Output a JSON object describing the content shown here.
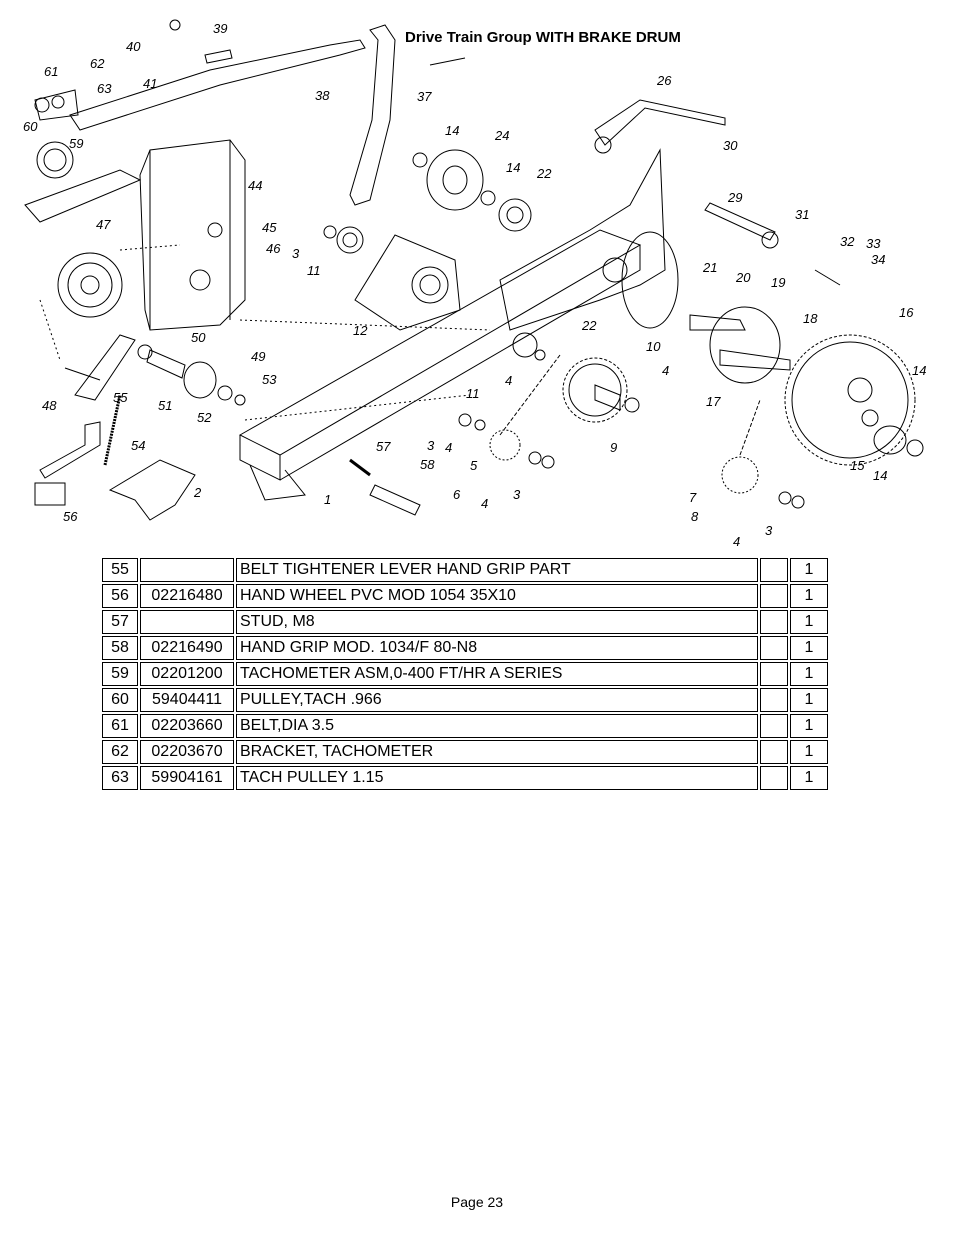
{
  "title": "Drive Train Group WITH BRAKE DRUM",
  "diagram": {
    "callouts": [
      "40",
      "39",
      "41",
      "38",
      "37",
      "61",
      "62",
      "63",
      "60",
      "59",
      "44",
      "47",
      "45",
      "46",
      "3",
      "11",
      "14",
      "24",
      "14",
      "22",
      "26",
      "30",
      "29",
      "31",
      "32",
      "33",
      "34",
      "21",
      "20",
      "19",
      "18",
      "16",
      "12",
      "22",
      "10",
      "4",
      "11",
      "4",
      "49",
      "50",
      "51",
      "53",
      "52",
      "48",
      "55",
      "54",
      "56",
      "2",
      "57",
      "58",
      "1",
      "3",
      "4",
      "5",
      "6",
      "4",
      "3",
      "9",
      "7",
      "8",
      "4",
      "3",
      "17",
      "15",
      "14",
      "14"
    ]
  },
  "parts_table": {
    "rows": [
      {
        "num": "55",
        "part": "",
        "desc": "BELT TIGHTENER LEVER HAND GRIP PART",
        "extra": "",
        "qty": "1"
      },
      {
        "num": "56",
        "part": "02216480",
        "desc": "HAND WHEEL PVC MOD 1054 35X10",
        "extra": "",
        "qty": "1"
      },
      {
        "num": "57",
        "part": "",
        "desc": "STUD, M8",
        "extra": "",
        "qty": "1"
      },
      {
        "num": "58",
        "part": "02216490",
        "desc": "HAND GRIP MOD. 1034/F 80-N8",
        "extra": "",
        "qty": "1"
      },
      {
        "num": "59",
        "part": "02201200",
        "desc": "TACHOMETER ASM,0-400 FT/HR A SERIES",
        "extra": "",
        "qty": "1"
      },
      {
        "num": "60",
        "part": "59404411",
        "desc": "PULLEY,TACH .966",
        "extra": "",
        "qty": "1"
      },
      {
        "num": "61",
        "part": "02203660",
        "desc": "BELT,DIA 3.5",
        "extra": "",
        "qty": "1"
      },
      {
        "num": "62",
        "part": "02203670",
        "desc": "BRACKET, TACHOMETER",
        "extra": "",
        "qty": "1"
      },
      {
        "num": "63",
        "part": "59904161",
        "desc": "TACH PULLEY 1.15",
        "extra": "",
        "qty": "1"
      }
    ]
  },
  "footer": {
    "page": "Page 23"
  }
}
